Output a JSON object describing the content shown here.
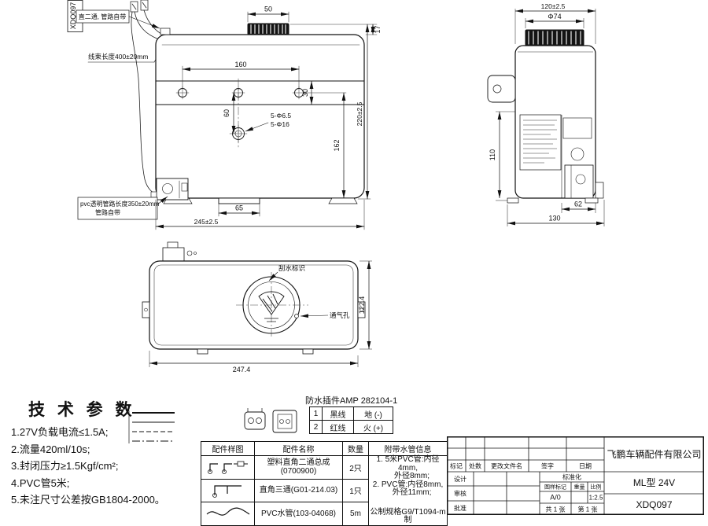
{
  "views": {
    "front": {
      "stamp": "XDQ097",
      "labels": {
        "fitting": "直二通, 管路自带",
        "harness": "线束长度400±20mm",
        "pvc1": "pvc透明管路长度350±20mm",
        "pvc2": "管路自带"
      },
      "dims": {
        "cap_w": "50",
        "cap_h": "17",
        "spacing": "160",
        "plate_h": "30",
        "gap": "60",
        "holes_small": "5-Φ6.5",
        "holes_big": "5-Φ16",
        "inner_h": "162",
        "total_h": "220±2.5",
        "drain": "65",
        "total_w": "245±2.5"
      }
    },
    "side": {
      "dims": {
        "depth": "120±2.5",
        "cap_dia": "Φ74",
        "lower_h": "110",
        "pump_w": "62",
        "base": "130"
      }
    },
    "top": {
      "labels": {
        "wiper": "刮水标识",
        "vent": "通气孔"
      },
      "dims": {
        "h": "122.4",
        "w": "247.4"
      }
    }
  },
  "tech": {
    "title": "技 术 参 数",
    "items": [
      "1.27V负载电流≤1.5A;",
      "2.流量420ml/10s;",
      "3.封闭压力≥1.5Kgf/cm²;",
      "4.PVC管5米;",
      "5.未注尺寸公差按GB1804-2000。"
    ]
  },
  "connector": {
    "title": "防水插件AMP 282104-1",
    "rows": [
      {
        "no": "1",
        "wire": "黑线",
        "use": "地 (-)"
      },
      {
        "no": "2",
        "wire": "红线",
        "use": "火 (+)"
      }
    ]
  },
  "parts": {
    "headers": [
      "配件样图",
      "配件名称",
      "数量",
      "附带水管信息"
    ],
    "rows": [
      {
        "name": "塑料直角二通总成",
        "code": "(0700900)",
        "qty": "2只"
      },
      {
        "name": "直角三通(G01-214.03)",
        "code": "",
        "qty": "1只"
      },
      {
        "name": "PVC水管(103-04068)",
        "code": "",
        "qty": "5m"
      }
    ],
    "info": [
      "1. 5米PVC管:内径4mm,",
      "外径8mm;",
      "2. PVC管:内径8mm,",
      "外径11mm;",
      "公制规格G9/T1094-m制"
    ]
  },
  "titleblock": {
    "company": "飞鹏车辆配件有限公司",
    "model": "ML型  24V",
    "drawing_no": "XDQ097",
    "rev": [
      "标记",
      "处数",
      "更改文件名",
      "签字",
      "日期"
    ],
    "design": "设计",
    "check": "审核",
    "approve": "批准",
    "std": "标准化",
    "mark_h": "图样标记",
    "weight_h": "重量",
    "scale_h": "比例",
    "mark_v": "A/0",
    "scale_v": "1:2.5",
    "sheets": "共 1 张",
    "sheet": "第 1 张"
  }
}
